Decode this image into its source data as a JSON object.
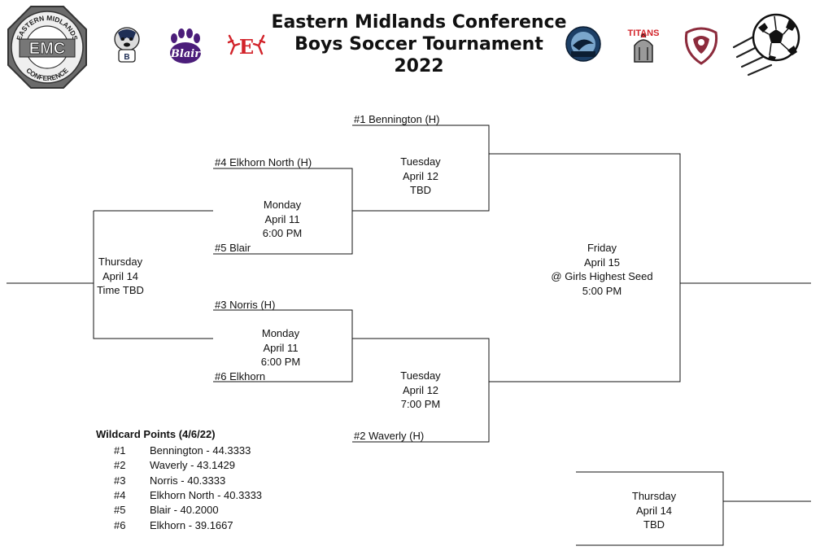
{
  "header": {
    "title_line1": "Eastern Midlands Conference",
    "title_line2": "Boys Soccer Tournament",
    "title_line3": "2022"
  },
  "logos": {
    "emc_ring_text_top": "EASTERN MIDLANDS",
    "emc_center": "EMC",
    "emc_ring_text_bottom": "CONFERENCE",
    "blair_script": "Blair",
    "elkhorn_letter": "E",
    "titans_text": "TITANS"
  },
  "bracket": {
    "team1": "#1 Bennington (H)",
    "team4": "#4 Elkhorn North (H)",
    "team5": "#5 Blair",
    "team3": "#3 Norris (H)",
    "team6": "#6 Elkhorn",
    "team2": "#2 Waverly (H)",
    "game_a": [
      "Monday",
      "April 11",
      "6:00 PM"
    ],
    "game_b": [
      "Monday",
      "April 11",
      "6:00 PM"
    ],
    "game_c": [
      "Tuesday",
      "April 12",
      "TBD"
    ],
    "game_d": [
      "Tuesday",
      "April 12",
      "7:00 PM"
    ],
    "game_e": [
      "Thursday",
      "April 14",
      "Time TBD"
    ],
    "game_f": [
      "Friday",
      "April 15",
      "@ Girls Highest Seed",
      "5:00 PM"
    ],
    "game_g": [
      "Thursday",
      "April 14",
      "TBD"
    ]
  },
  "wildcard": {
    "title": "Wildcard Points (4/6/22)",
    "rows": [
      {
        "rank": "#1",
        "entry": "Bennington - 44.3333"
      },
      {
        "rank": "#2",
        "entry": "Waverly - 43.1429"
      },
      {
        "rank": "#3",
        "entry": "Norris - 40.3333"
      },
      {
        "rank": "#4",
        "entry": "Elkhorn North - 40.3333"
      },
      {
        "rank": "#5",
        "entry": "Blair - 40.2000"
      },
      {
        "rank": "#6",
        "entry": "Elkhorn - 39.1667"
      }
    ]
  },
  "colors": {
    "line": "#111111",
    "emc_gray": "#6b6b6b",
    "blair_purple": "#4b1d7a",
    "elkhorn_red": "#d2232a",
    "waverly_blue": "#1c3f66",
    "maroon": "#8c2b3c"
  }
}
